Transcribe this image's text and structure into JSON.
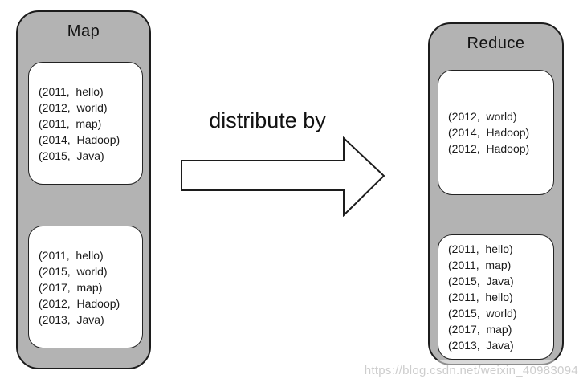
{
  "diagram": {
    "map": {
      "title": "Map",
      "groups": [
        {
          "pairs": [
            "(2011,  hello)",
            "(2012,  world)",
            "(2011,  map)",
            "(2014,  Hadoop)",
            "(2015,  Java)"
          ]
        },
        {
          "pairs": [
            "(2011,  hello)",
            "(2015,  world)",
            "(2017,  map)",
            "(2012,  Hadoop)",
            "(2013,  Java)"
          ]
        }
      ]
    },
    "arrow": {
      "label": "distribute by"
    },
    "reduce": {
      "title": "Reduce",
      "groups": [
        {
          "pairs": [
            "(2012,  world)",
            "(2014,  Hadoop)",
            "(2012,  Hadoop)"
          ]
        },
        {
          "pairs": [
            "(2011,  hello)",
            "(2011,  map)",
            "(2015,  Java)",
            "(2011,  hello)",
            "(2015,  world)",
            "(2017,  map)",
            "(2013,  Java)"
          ]
        }
      ]
    },
    "watermark": "https://blog.csdn.net/weixin_40983094"
  },
  "colors": {
    "container_fill": "#b3b3b3",
    "container_border": "#1c1c1c",
    "box_fill": "#ffffff",
    "box_border": "#222222",
    "text": "#1a1a1a",
    "watermark_text": "#cdcdcd"
  }
}
